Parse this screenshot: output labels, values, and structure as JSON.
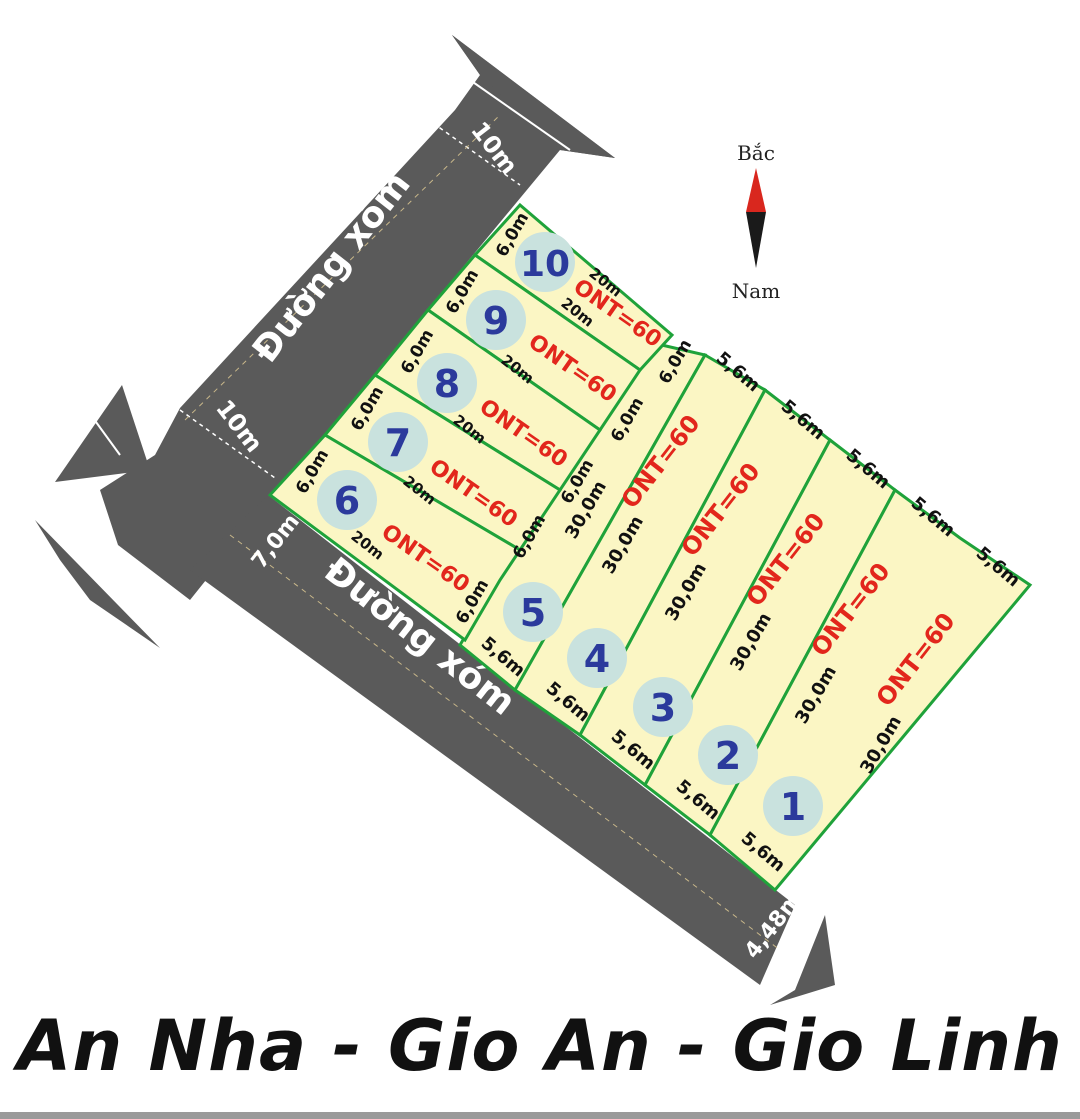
{
  "title": "An Nha - Gio An - Gio Linh",
  "compass": {
    "north": "Bắc",
    "south": "Nam"
  },
  "roads": [
    {
      "name": "Đường xóm",
      "width_labels": [
        "10m",
        "10m"
      ]
    },
    {
      "name": "Đường xóm",
      "width_labels": [
        "7,0m",
        "4,48m"
      ]
    }
  ],
  "lots": [
    {
      "number": "1",
      "front": "5,6m",
      "back": "5,6m",
      "depth": "30,0m",
      "use": "ONT=60"
    },
    {
      "number": "2",
      "front": "5,6m",
      "back": "5,6m",
      "depth": "30,0m",
      "use": "ONT=60"
    },
    {
      "number": "3",
      "front": "5,6m",
      "back": "5,6m",
      "depth": "30,0m",
      "use": "ONT=60"
    },
    {
      "number": "4",
      "front": "5,6m",
      "back": "5,6m",
      "depth": "30,0m",
      "use": "ONT=60"
    },
    {
      "number": "5",
      "front": "5,6m",
      "back": "5,6m",
      "depth": "30,0m",
      "use": "ONT=60"
    },
    {
      "number": "6",
      "front": "6,0m",
      "back": "6,0m",
      "depth": "20m",
      "use": "ONT=60"
    },
    {
      "number": "7",
      "front": "6,0m",
      "back": "6,0m",
      "depth": "20m",
      "use": "ONT=60"
    },
    {
      "number": "8",
      "front": "6,0m",
      "back": "6,0m",
      "depth": "20m",
      "use": "ONT=60"
    },
    {
      "number": "9",
      "front": "6,0m",
      "back": "6,0m",
      "depth": "20m",
      "use": "ONT=60"
    },
    {
      "number": "10",
      "front": "6,0m",
      "back": "6,0m",
      "depth": "20m",
      "use": "ONT=60"
    }
  ],
  "colors": {
    "road": "#5a5a5a",
    "lot_fill": "#fbf6c4",
    "lot_border": "#1fa23a",
    "lot_number_circle": "#c9e2de",
    "lot_number": "#2b3a9c",
    "use_label": "#e2261c",
    "compass_north": "#d9271e",
    "compass_south": "#1a1a1a"
  }
}
